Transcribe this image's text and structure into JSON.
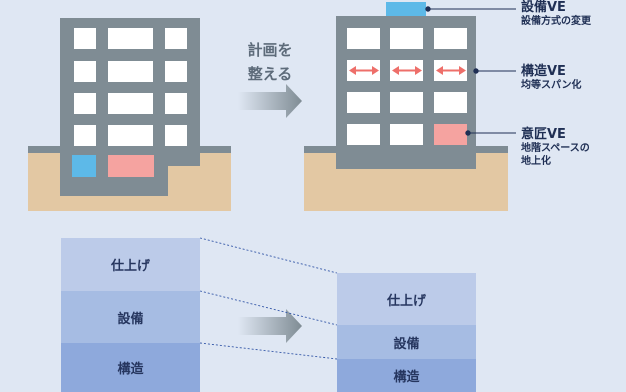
{
  "building_arrow_text": [
    "計画を",
    "整える"
  ],
  "annotations": [
    {
      "title": "設備VE",
      "desc": [
        "設備方式の変更"
      ]
    },
    {
      "title": "構造VE",
      "desc": [
        "均等スパン化"
      ]
    },
    {
      "title": "意匠VE",
      "desc": [
        "地階スペースの",
        "地上化"
      ]
    }
  ],
  "stack_before": [
    {
      "label": "仕上げ"
    },
    {
      "label": "設備"
    },
    {
      "label": "構造"
    }
  ],
  "stack_after": [
    {
      "label": "仕上げ"
    },
    {
      "label": "設備"
    },
    {
      "label": "構造"
    }
  ],
  "colors": {
    "background": "#dfe7f3",
    "building": "#7f8c94",
    "window": "#ffffff",
    "ground": "#e3c8a3",
    "equipment": "#5db9e8",
    "basement_room": "#f5a3a0",
    "arrow_span": "#ee6f6a",
    "finish": "#bccbe9",
    "equip_layer": "#a6bce3",
    "structure": "#8ea9dc",
    "text": "#1f2f54"
  }
}
